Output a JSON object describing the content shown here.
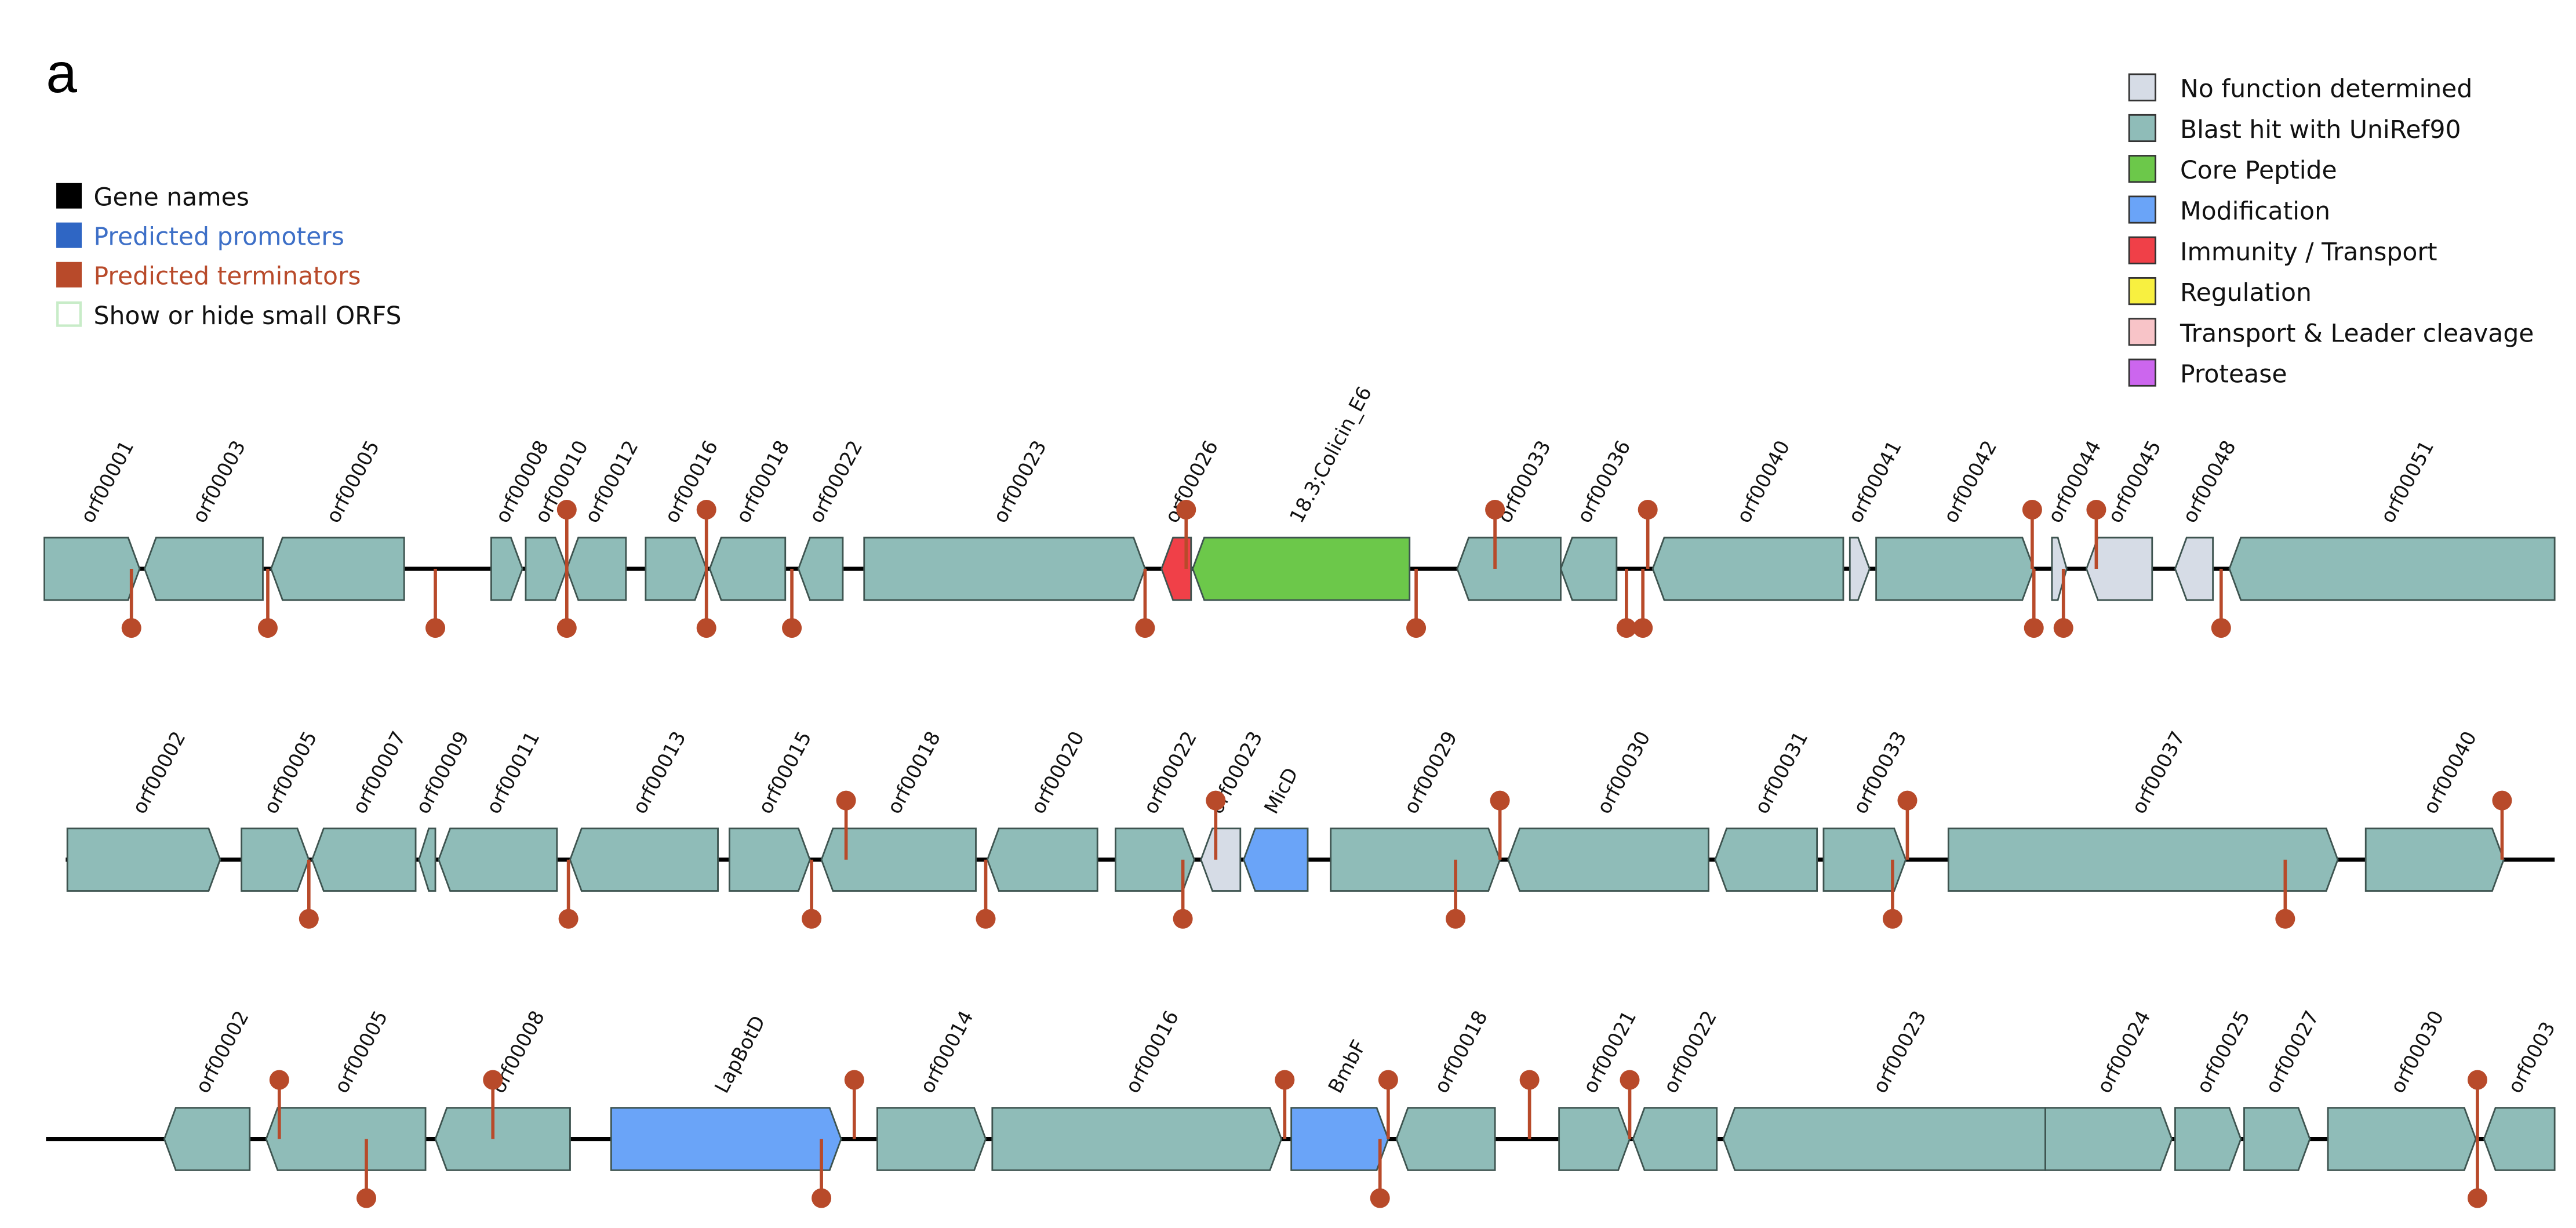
{
  "panel_label": "a",
  "track_legend": [
    {
      "label": "Gene names",
      "color": "#000000",
      "text_color": "#111111",
      "filled": true
    },
    {
      "label": "Predicted promoters",
      "color": "#2f66c4",
      "text_color": "#3d6fc7",
      "filled": true
    },
    {
      "label": "Predicted terminators",
      "color": "#b84a2a",
      "text_color": "#b84a2a",
      "filled": true
    },
    {
      "label": "Show or hide small ORFS",
      "color": "#c8ecc8",
      "text_color": "#111111",
      "filled": false
    }
  ],
  "category_legend": [
    {
      "key": "none",
      "label": "No function determined",
      "color": "#d6dce6"
    },
    {
      "key": "blast",
      "label": "Blast hit with UniRef90",
      "color": "#8fbcb8"
    },
    {
      "key": "core",
      "label": "Core Peptide",
      "color": "#6cc84a"
    },
    {
      "key": "mod",
      "label": "Modification",
      "color": "#6aa4f8"
    },
    {
      "key": "imm",
      "label": "Immunity / Transport",
      "color": "#f04048"
    },
    {
      "key": "reg",
      "label": "Regulation",
      "color": "#f8f040"
    },
    {
      "key": "tlc",
      "label": "Transport & Leader cleavage",
      "color": "#f8c4c8"
    },
    {
      "key": "prot",
      "label": "Protease",
      "color": "#cc66ee"
    }
  ],
  "terminator_color": "#b84a2a",
  "tracks": [
    {
      "genes": [
        {
          "label": "orf00001",
          "cat": "blast",
          "strand": "+"
        },
        {
          "label": "orf00003",
          "cat": "blast",
          "strand": "-"
        },
        {
          "label": "orf00005",
          "cat": "blast",
          "strand": "-"
        },
        {
          "label": "orf00008",
          "cat": "blast",
          "strand": "+"
        },
        {
          "label": "orf00010",
          "cat": "blast",
          "strand": "+"
        },
        {
          "label": "orf00012",
          "cat": "blast",
          "strand": "-"
        },
        {
          "label": "orf00016",
          "cat": "blast",
          "strand": "+"
        },
        {
          "label": "orf00018",
          "cat": "blast",
          "strand": "-"
        },
        {
          "label": "orf00022",
          "cat": "blast",
          "strand": "-"
        },
        {
          "label": "orf00023",
          "cat": "blast",
          "strand": "+"
        },
        {
          "label": "orf00026",
          "cat": "imm",
          "strand": "-"
        },
        {
          "label": "18.3;Colicin_E6",
          "cat": "core",
          "strand": "-"
        },
        {
          "label": "orf00033",
          "cat": "blast",
          "strand": "-"
        },
        {
          "label": "orf00036",
          "cat": "blast",
          "strand": "-"
        },
        {
          "label": "orf00040",
          "cat": "blast",
          "strand": "-"
        },
        {
          "label": "orf00041",
          "cat": "none",
          "strand": "+"
        },
        {
          "label": "orf00042",
          "cat": "blast",
          "strand": "+"
        },
        {
          "label": "orf00044",
          "cat": "none",
          "strand": "+"
        },
        {
          "label": "orf00045",
          "cat": "none",
          "strand": "-"
        },
        {
          "label": "orf00048",
          "cat": "none",
          "strand": "-"
        },
        {
          "label": "orf00051",
          "cat": "blast",
          "strand": "-"
        }
      ]
    },
    {
      "genes": [
        {
          "label": "orf00002",
          "cat": "blast",
          "strand": "+"
        },
        {
          "label": "orf00005",
          "cat": "blast",
          "strand": "+"
        },
        {
          "label": "orf00007",
          "cat": "blast",
          "strand": "-"
        },
        {
          "label": "orf00009",
          "cat": "blast",
          "strand": "-"
        },
        {
          "label": "orf00011",
          "cat": "blast",
          "strand": "-"
        },
        {
          "label": "orf00013",
          "cat": "blast",
          "strand": "-"
        },
        {
          "label": "orf00015",
          "cat": "blast",
          "strand": "+"
        },
        {
          "label": "orf00018",
          "cat": "blast",
          "strand": "-"
        },
        {
          "label": "orf00020",
          "cat": "blast",
          "strand": "-"
        },
        {
          "label": "orf00022",
          "cat": "blast",
          "strand": "+"
        },
        {
          "label": "orf00023",
          "cat": "none",
          "strand": "-"
        },
        {
          "label": "MicD",
          "cat": "mod",
          "strand": "-"
        },
        {
          "label": "orf00029",
          "cat": "blast",
          "strand": "+"
        },
        {
          "label": "orf00030",
          "cat": "blast",
          "strand": "-"
        },
        {
          "label": "orf00031",
          "cat": "blast",
          "strand": "-"
        },
        {
          "label": "orf00033",
          "cat": "blast",
          "strand": "+"
        },
        {
          "label": "orf00037",
          "cat": "blast",
          "strand": "+"
        },
        {
          "label": "orf00040",
          "cat": "blast",
          "strand": "+"
        }
      ]
    },
    {
      "genes": [
        {
          "label": "orf00002",
          "cat": "blast",
          "strand": "-"
        },
        {
          "label": "orf00005",
          "cat": "blast",
          "strand": "-"
        },
        {
          "label": "orf00008",
          "cat": "blast",
          "strand": "-"
        },
        {
          "label": "LapBotD",
          "cat": "mod",
          "strand": "+"
        },
        {
          "label": "orf00014",
          "cat": "blast",
          "strand": "+"
        },
        {
          "label": "orf00016",
          "cat": "blast",
          "strand": "+"
        },
        {
          "label": "BmbF",
          "cat": "mod",
          "strand": "+"
        },
        {
          "label": "orf00018",
          "cat": "blast",
          "strand": "-"
        },
        {
          "label": "orf00021",
          "cat": "blast",
          "strand": "+"
        },
        {
          "label": "orf00022",
          "cat": "blast",
          "strand": "-"
        },
        {
          "label": "orf00023",
          "cat": "blast",
          "strand": "-"
        },
        {
          "label": "orf00024",
          "cat": "blast",
          "strand": "+"
        },
        {
          "label": "orf00025",
          "cat": "blast",
          "strand": "+"
        },
        {
          "label": "orf00027",
          "cat": "blast",
          "strand": "+"
        },
        {
          "label": "orf00030",
          "cat": "blast",
          "strand": "+"
        },
        {
          "label": "orf0003",
          "cat": "blast",
          "strand": "-"
        }
      ]
    }
  ]
}
